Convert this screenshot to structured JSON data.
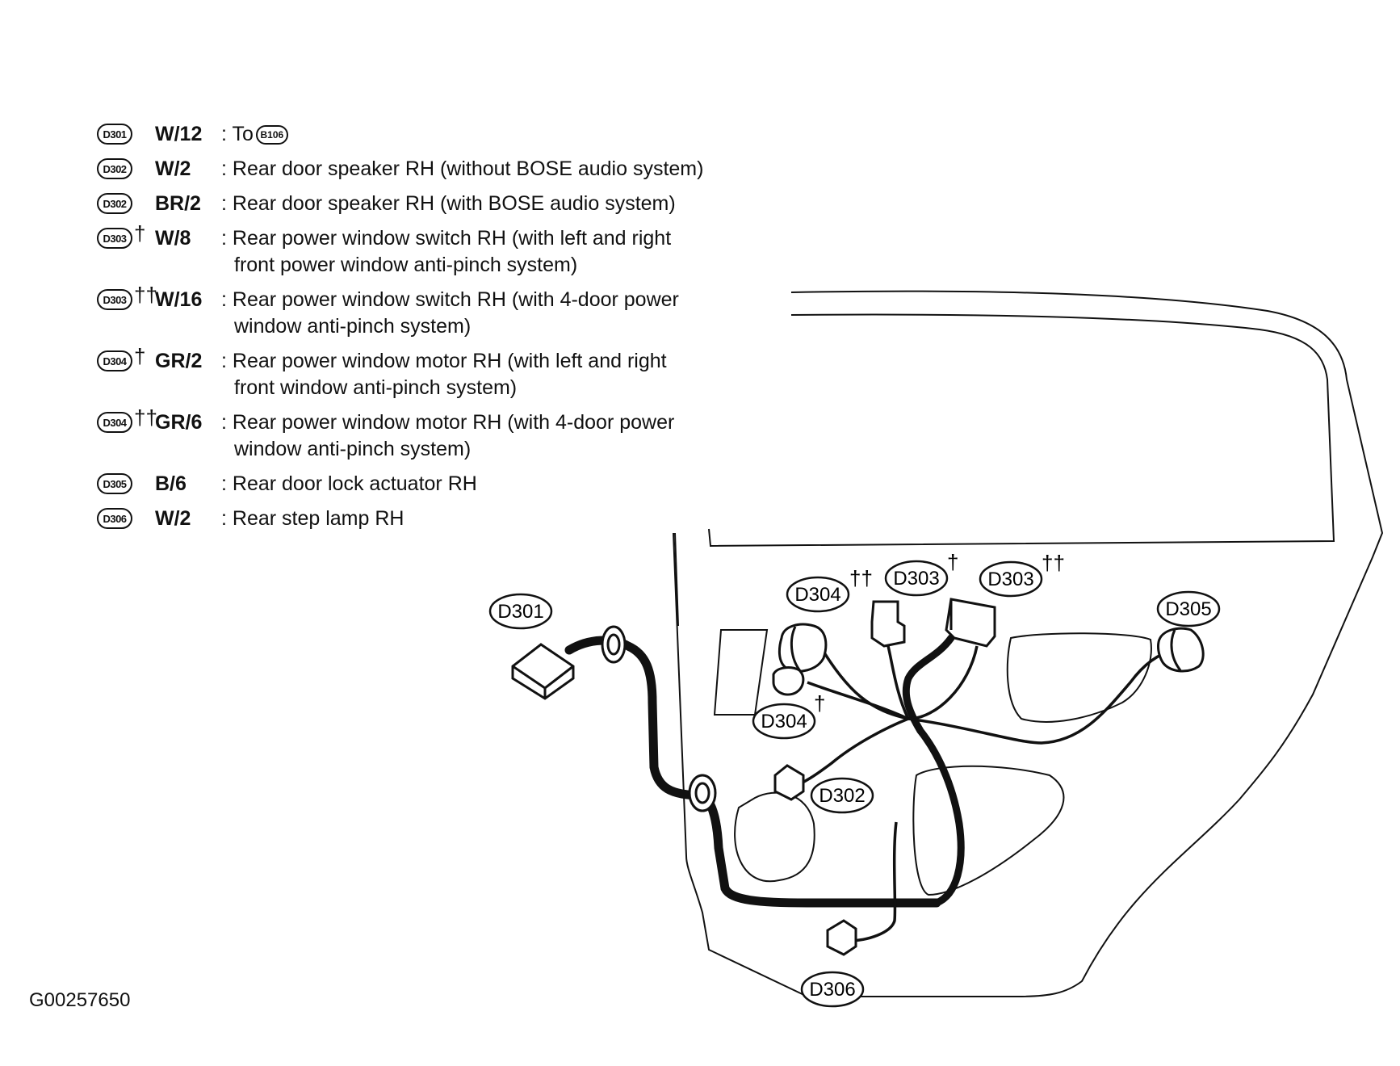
{
  "legend": [
    {
      "badge": "D301",
      "marks": "",
      "wire": "W/12",
      "line1": ": To",
      "ref": "B106",
      "line2": ""
    },
    {
      "badge": "D302",
      "marks": "",
      "wire": "W/2",
      "line1": ": Rear door speaker RH (without BOSE audio system)",
      "ref": "",
      "line2": ""
    },
    {
      "badge": "D302",
      "marks": "",
      "wire": "BR/2",
      "line1": ": Rear door speaker RH (with BOSE audio system)",
      "ref": "",
      "line2": ""
    },
    {
      "badge": "D303",
      "marks": "†",
      "wire": "W/8",
      "line1": ": Rear power window switch RH (with left and right",
      "ref": "",
      "line2": "front power window anti-pinch system)"
    },
    {
      "badge": "D303",
      "marks": "††",
      "wire": "W/16",
      "line1": ": Rear power window switch RH (with 4-door power",
      "ref": "",
      "line2": "window anti-pinch system)"
    },
    {
      "badge": "D304",
      "marks": "†",
      "wire": "GR/2",
      "line1": ": Rear power window motor RH (with left and right",
      "ref": "",
      "line2": "front window anti-pinch system)"
    },
    {
      "badge": "D304",
      "marks": "††",
      "wire": "GR/6",
      "line1": ": Rear power window motor RH (with 4-door power",
      "ref": "",
      "line2": "window anti-pinch system)"
    },
    {
      "badge": "D305",
      "marks": "",
      "wire": "B/6",
      "line1": ": Rear door lock actuator RH",
      "ref": "",
      "line2": ""
    },
    {
      "badge": "D306",
      "marks": "",
      "wire": "W/2",
      "line1": ": Rear step lamp RH",
      "ref": "",
      "line2": ""
    }
  ],
  "connectors": {
    "d301": {
      "label": "D301",
      "mark": ""
    },
    "d304_tt": {
      "label": "D304",
      "mark": "††"
    },
    "d303_t": {
      "label": "D303",
      "mark": "†"
    },
    "d303_tt": {
      "label": "D303",
      "mark": "††"
    },
    "d305": {
      "label": "D305",
      "mark": ""
    },
    "d304_t": {
      "label": "D304",
      "mark": "†"
    },
    "d302": {
      "label": "D302",
      "mark": ""
    },
    "d306": {
      "label": "D306",
      "mark": ""
    }
  },
  "figure_code": "G00257650"
}
